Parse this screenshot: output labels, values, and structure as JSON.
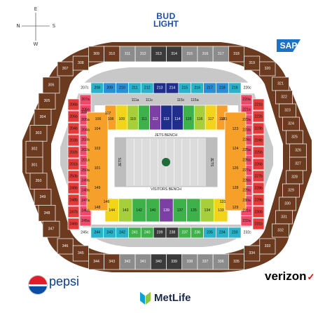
{
  "compass": {
    "north": "N",
    "south": "S",
    "east": "E",
    "west": "W"
  },
  "sponsors": {
    "bud_light_line1": "BUD",
    "bud_light_line2": "LIGHT",
    "sap": "SAP",
    "verizon": "verizon",
    "verizon_mark": "✓",
    "pepsi": "pepsi",
    "metlife": "MetLife"
  },
  "field": {
    "jets_bench": "JETS BENCH",
    "visitors_bench": "VISITORS BENCH",
    "endzone_text": "JETS"
  },
  "colors": {
    "outer_brown": "#6b3a1f",
    "outer_gray": "#8c8c8c",
    "outer_dark": "#3a3a3a",
    "concourse": "#c8c8c8",
    "blue_200": "#2b8fd6",
    "teal_200": "#27b3c9",
    "orange_100": "#f6a02a",
    "red_100": "#e33a3a",
    "pink_200": "#ef4a6a",
    "yellow": "#f2d41a",
    "green": "#3db24a",
    "lime": "#a6cf3b",
    "navy": "#1f2e8a",
    "purple": "#7c3fa4",
    "field_gray": "#dcdcdc"
  },
  "sections": {
    "upper_top": [
      "307",
      "308",
      "309",
      "310",
      "311",
      "312",
      "313",
      "314",
      "315",
      "316",
      "317",
      "318",
      "319",
      "320"
    ],
    "upper_bottom": [
      "346",
      "345",
      "344",
      "343",
      "342",
      "341",
      "340",
      "339",
      "338",
      "337",
      "336",
      "335",
      "334",
      "333"
    ],
    "upper_left": [
      "306",
      "305",
      "304",
      "303",
      "302",
      "301",
      "350",
      "349",
      "348",
      "347"
    ],
    "upper_right": [
      "321",
      "322",
      "323",
      "324",
      "325",
      "326",
      "327",
      "328",
      "329",
      "330",
      "331",
      "332"
    ],
    "mezz_top": [
      "207c",
      "208",
      "209",
      "210",
      "211",
      "212",
      "213",
      "214",
      "215",
      "216",
      "217",
      "218",
      "219",
      "220c"
    ],
    "mezz_bottom": [
      "245c",
      "244",
      "243",
      "242",
      "241",
      "240",
      "239",
      "238",
      "237",
      "236",
      "235",
      "234",
      "233",
      "232c"
    ],
    "mezz_left": [
      "207a",
      "206a",
      "205a",
      "204a",
      "203a",
      "202a",
      "201a",
      "250a",
      "249a",
      "248a",
      "247a",
      "246a",
      "245a"
    ],
    "mezz_left_outer": [
      "206b",
      "205b",
      "204b",
      "203b",
      "202b",
      "201b",
      "250b",
      "249b",
      "248b",
      "247b",
      "246b"
    ],
    "mezz_right": [
      "220a",
      "221a",
      "222a",
      "223a",
      "224a",
      "225a",
      "226a",
      "227a",
      "228a",
      "229a",
      "230a",
      "231a",
      "232a"
    ],
    "mezz_right_outer": [
      "221b",
      "222b",
      "223b",
      "224b",
      "225b",
      "226b",
      "227b",
      "228b",
      "229b",
      "230b",
      "231b"
    ],
    "lower_top_a": [
      "111a",
      "111c",
      "115c",
      "115a"
    ],
    "lower_top": [
      "108",
      "109",
      "110",
      "111",
      "112",
      "113",
      "114",
      "115",
      "116",
      "117",
      "118",
      "121",
      "106",
      "107",
      "105"
    ],
    "lower_bottom": [
      "144",
      "143",
      "142",
      "140",
      "139",
      "137",
      "135",
      "134",
      "133",
      "131",
      "146"
    ],
    "lower_left": [
      "104",
      "103",
      "101",
      "149",
      "148"
    ],
    "lower_right": [
      "123",
      "124",
      "126",
      "128",
      "129"
    ]
  }
}
